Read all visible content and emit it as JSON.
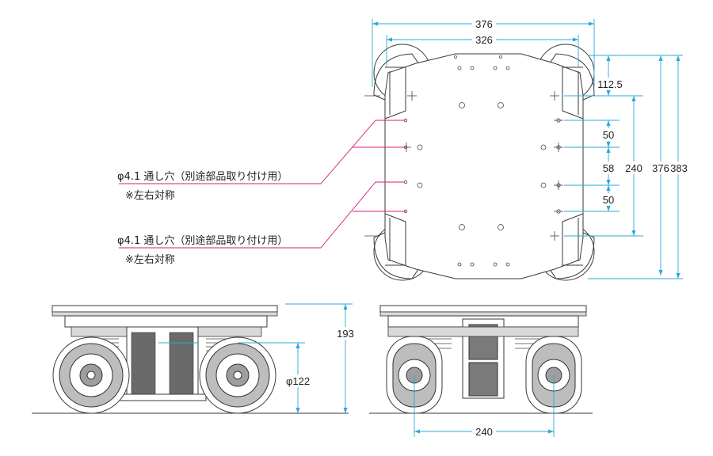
{
  "callouts": [
    {
      "note": "φ4.1 通し穴（別途部品取り付け用）",
      "sub": "※左右対称"
    },
    {
      "note": "φ4.1 通し穴（別途部品取り付け用）",
      "sub": "※左右対称"
    }
  ],
  "dimensions": {
    "top_width_outer": "376",
    "top_width_inner": "326",
    "right_112": "112.5",
    "right_50a": "50",
    "right_58": "58",
    "right_50b": "50",
    "right_240": "240",
    "right_376": "376",
    "right_383": "383",
    "height_193": "193",
    "wheel_dia": "φ122",
    "wheelbase_240": "240"
  },
  "colors": {
    "dimension_line": "#29a8d8",
    "leader_line": "#d81b7a",
    "outline": "#3a3a3a"
  }
}
